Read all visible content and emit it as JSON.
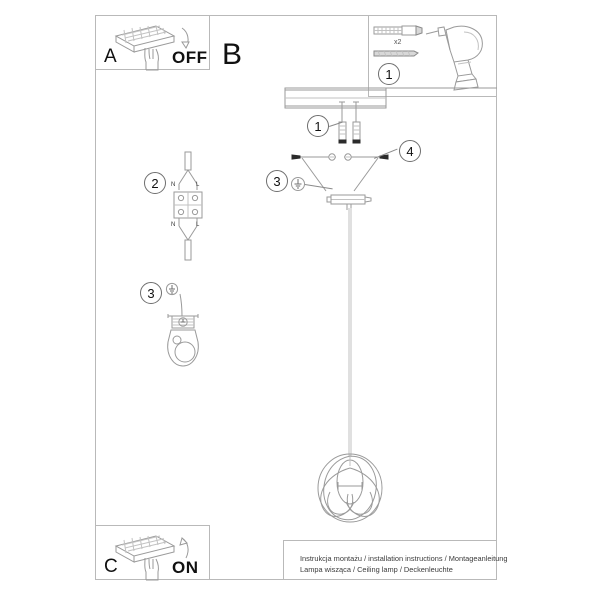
{
  "document": {
    "type": "assembly-instruction-sheet",
    "product": "pendant ceiling lamp"
  },
  "panels": {
    "a": {
      "letter": "A",
      "state": "OFF",
      "icon": "hand-switch-off-icon"
    },
    "c": {
      "letter": "C",
      "state": "ON",
      "icon": "hand-switch-on-icon"
    },
    "b": {
      "letter": "B"
    }
  },
  "tools": {
    "quantity": "x2",
    "step": "1",
    "items": [
      "wall-plug-icon",
      "screw-icon",
      "power-drill-icon"
    ]
  },
  "callouts": {
    "main_1": "1",
    "main_3": "3",
    "main_4": "4",
    "detail_2": "2",
    "detail_3": "3"
  },
  "terminals": {
    "top_n": "N",
    "top_l": "L",
    "bottom_n": "N",
    "bottom_l": "L"
  },
  "caption": {
    "line1": "Instrukcja montażu / installation instructions / Montageanleitung",
    "line2": "Lampa wisząca / Ceiling lamp / Deckenleuchte"
  },
  "colors": {
    "line": "#9a9a9a",
    "dark": "#2b2b2b",
    "frame": "#b9b9b9",
    "background": "#ffffff"
  }
}
